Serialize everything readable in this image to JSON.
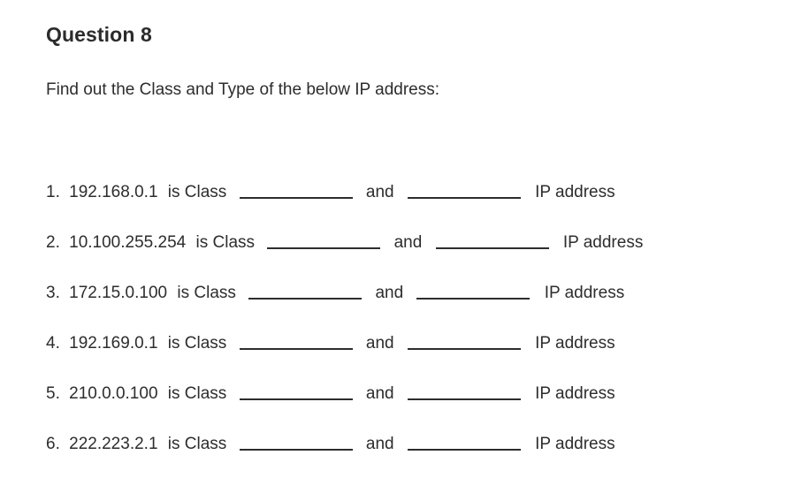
{
  "document": {
    "title": "Question 8",
    "prompt": "Find out the Class and Type of the below IP address:",
    "blank_placeholder": "",
    "text": {
      "is_class": "is Class",
      "and": "and",
      "ip_address": "IP address"
    },
    "items": [
      {
        "index": "1.",
        "address": "192.168.0.1",
        "is_class": "is Class",
        "class_answer": "",
        "and": "and",
        "type_answer": "",
        "suffix": "IP address"
      },
      {
        "index": "2.",
        "address": "10.100.255.254",
        "is_class": "is Class",
        "class_answer": "",
        "and": "and",
        "type_answer": "",
        "suffix": "IP address"
      },
      {
        "index": "3.",
        "address": "172.15.0.100",
        "is_class": "is Class",
        "class_answer": "",
        "and": "and",
        "type_answer": "",
        "suffix": "IP address"
      },
      {
        "index": "4.",
        "address": "192.169.0.1",
        "is_class": "is Class",
        "class_answer": "",
        "and": "and",
        "type_answer": "",
        "suffix": "IP address"
      },
      {
        "index": "5.",
        "address": "210.0.0.100",
        "is_class": "is Class",
        "class_answer": "",
        "and": "and",
        "type_answer": "",
        "suffix": "IP address"
      },
      {
        "index": "6.",
        "address": "222.223.2.1",
        "is_class": "is Class",
        "class_answer": "",
        "and": "and",
        "type_answer": "",
        "suffix": "IP address"
      }
    ]
  },
  "colors": {
    "background": "#ffffff",
    "text": "#2d2d2d",
    "heading": "#2b2b2b",
    "rule": "#2d2d2d"
  }
}
